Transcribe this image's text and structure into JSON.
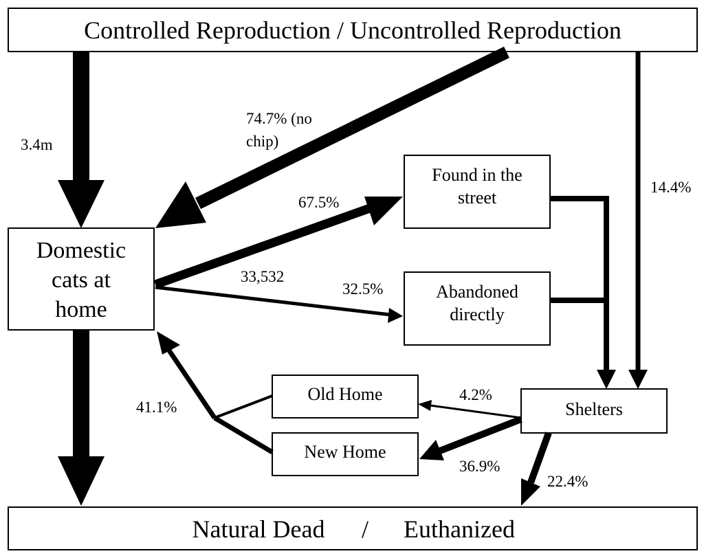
{
  "nodes": {
    "reproduction": "Controlled Reproduction / Uncontrolled Reproduction",
    "domestic": {
      "line1": "Domestic",
      "line2": "cats at",
      "line3": "home"
    },
    "found": {
      "line1": "Found in the",
      "line2": "street"
    },
    "abandoned": {
      "line1": "Abandoned",
      "line2": "directly"
    },
    "old_home": "Old Home",
    "new_home": "New Home",
    "shelters": "Shelters",
    "outcome": {
      "left": "Natural Dead",
      "sep": "/",
      "right": "Euthanized"
    }
  },
  "flows": {
    "repro_to_domestic": "3.4m",
    "nochip": {
      "line1": "74.7% (no",
      "line2": "chip)"
    },
    "repro_to_shelters": "14.4%",
    "domestic_to_found": "67.5%",
    "domestic_count": "33,532",
    "domestic_to_abandoned": "32.5%",
    "shelters_to_old_home": "4.2%",
    "shelters_to_new_home": "36.9%",
    "shelters_to_outcome": "22.4%",
    "homes_to_domestic": "41.1%"
  }
}
